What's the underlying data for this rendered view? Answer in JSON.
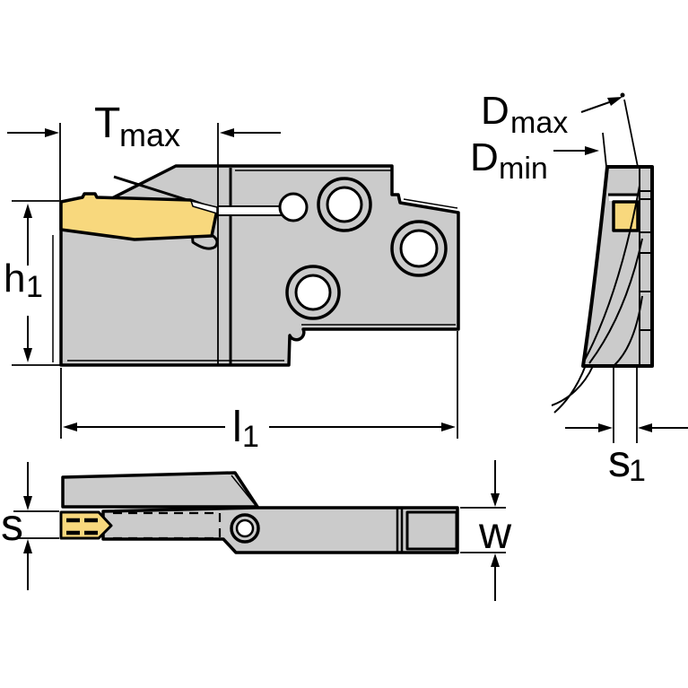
{
  "drawing": {
    "type": "tool-holder-engineering-drawing",
    "labels": {
      "t_max": {
        "base": "T",
        "sub": "max"
      },
      "d_max": {
        "base": "D",
        "sub": "max"
      },
      "d_min": {
        "base": "D",
        "sub": "min"
      },
      "h1": {
        "base": "h",
        "sub": "1"
      },
      "l1": {
        "base": "l",
        "sub": "1"
      },
      "s1": {
        "base": "s",
        "sub": "1"
      },
      "s": {
        "base": "s"
      },
      "w": {
        "base": "w"
      }
    },
    "colors": {
      "body": "#cbcbcb",
      "insert": "#f8d87d",
      "outline": "#000000",
      "background": "#ffffff"
    }
  }
}
